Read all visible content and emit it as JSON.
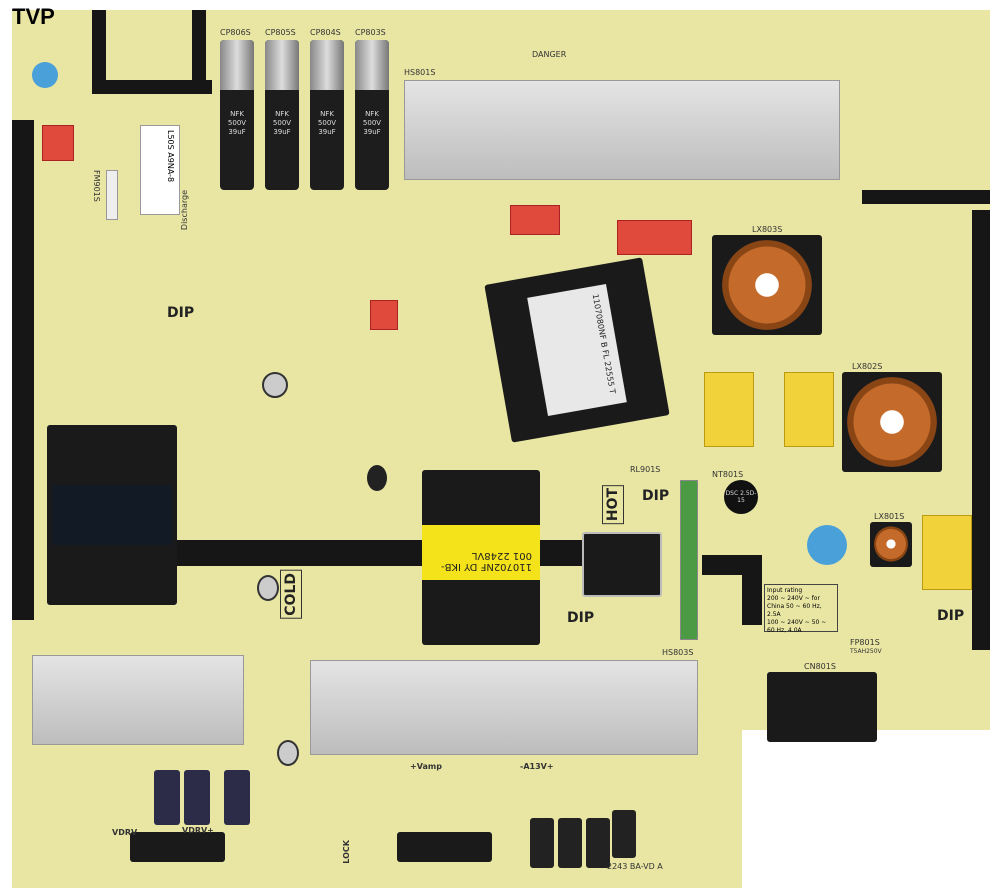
{
  "watermark": "TVP",
  "board": {
    "capacitor_labels": [
      "CP806S",
      "CP805S",
      "CP804S",
      "CP803S"
    ],
    "capacitor_text": "NFK 500V 39uF",
    "model_label": "L50S",
    "part_label": "A9NA-8",
    "transformer_main": "1107080NF B FL 22555 T",
    "transformer_standby": "110702NF DY IKB-001 2248VL",
    "hot_label": "HOT",
    "cold_label": "COLD",
    "dip_label": "DIP",
    "danger_label": "DANGER",
    "relay_label": "RL901S",
    "thermistor_label": "NT801S",
    "thermistor_text": "DSC 2.5D-15",
    "fuse_label": "FP801S",
    "fuse_rating": "T5AH250V",
    "input_rating_title": "Input rating",
    "input_rating_1": "200 ~ 240V ~ for China 50 ~ 60 Hz, 2.5A",
    "input_rating_2": "100 ~ 240V ~ 50 ~ 60 Hz, 4.0A",
    "vamp_label": "+Vamp",
    "a13v_label": "-A13V+",
    "vdrv_label": "VDRV",
    "vdrv_plus_label": "VDRV+",
    "lock_label": "LOCK",
    "discharge_label": "Discharge",
    "coil_labels": [
      "LX803S",
      "LX802S",
      "LX801S"
    ],
    "connector_label": "CN801S",
    "fuse2_label": "FM901S",
    "heatsink_labels": [
      "HS801S",
      "HS803S"
    ],
    "bottom_code": "2243 BA-VD A"
  },
  "colors": {
    "board": "#e9e6a4",
    "trace": "#161616",
    "heatsink": "#cfcfcf",
    "ycap": "#f1d23a",
    "coil": "#c46a2a"
  }
}
